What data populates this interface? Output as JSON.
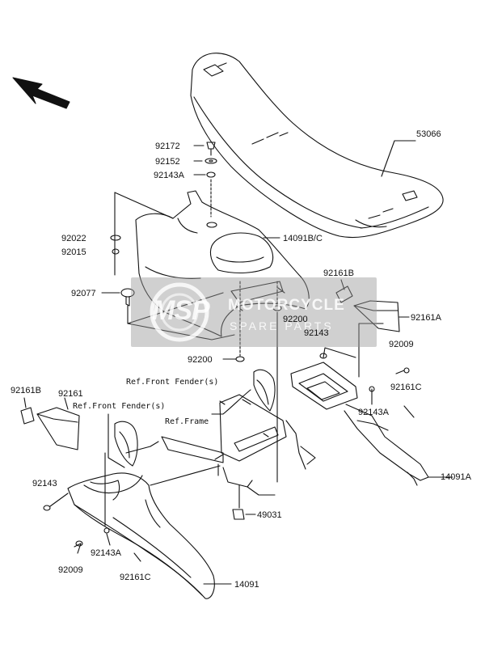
{
  "labels": {
    "p53066": "53066",
    "p92172": "92172",
    "p92152": "92152",
    "p92143A_top": "92143A",
    "p92022": "92022",
    "p92015": "92015",
    "p14091BC": "14091B/C",
    "p92077": "92077",
    "p92161B_r": "92161B",
    "p92161A": "92161A",
    "p92200_a": "92200",
    "p92143_r": "92143",
    "p92009_r": "92009",
    "p92200_b": "92200",
    "ref_ff1": "Ref.Front Fender(s)",
    "p92161B_l": "92161B",
    "p92161": "92161",
    "ref_ff2": "Ref.Front Fender(s)",
    "p92161C_r": "92161C",
    "ref_frame": "Ref.Frame",
    "p92143A_r": "92143A",
    "p14091A": "14091A",
    "p92143_l": "92143",
    "p49031": "49031",
    "p92143A_l": "92143A",
    "p92009_l": "92009",
    "p92161C_l": "92161C",
    "p14091": "14091"
  },
  "watermark": {
    "logo": "MSP",
    "line1": "MOTORCYCLE",
    "line2": "SPARE PARTS"
  },
  "colors": {
    "line": "#111111",
    "watermark": "#969696"
  }
}
